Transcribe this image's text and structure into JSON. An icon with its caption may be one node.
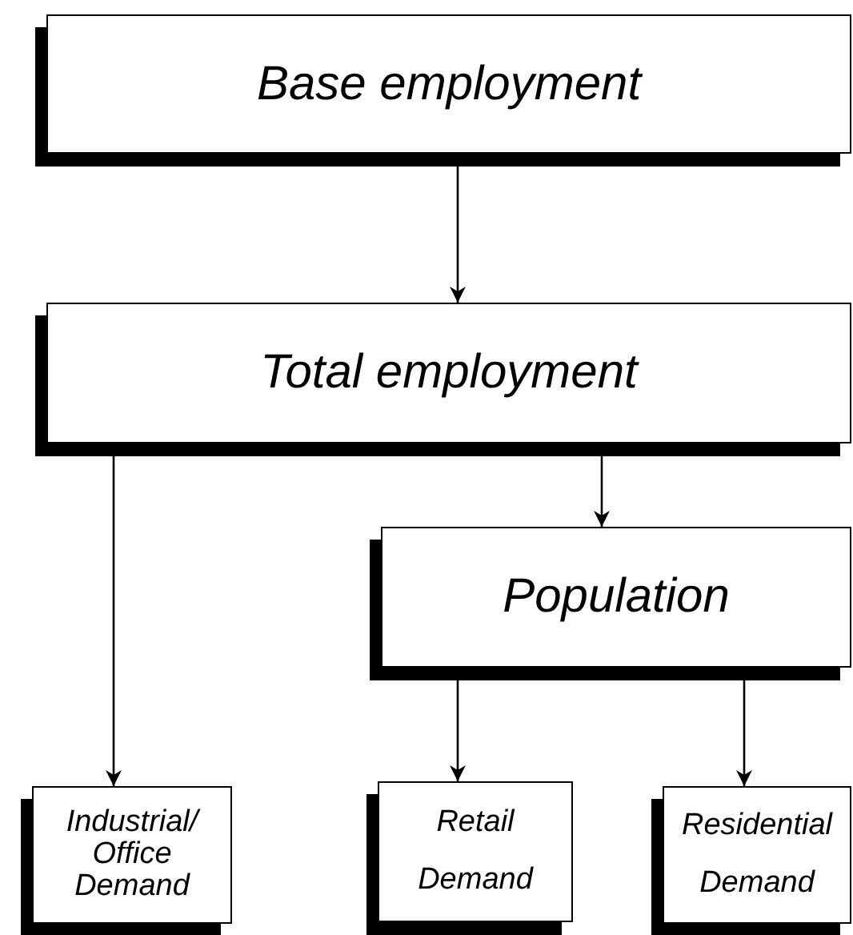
{
  "diagram": {
    "nodes": [
      {
        "text": [
          "Base employment"
        ]
      },
      {
        "text": [
          "Total employment"
        ]
      },
      {
        "text": [
          "Population"
        ]
      },
      {
        "text": [
          "Industrial/ Office Demand"
        ]
      },
      {
        "text": [
          "Retail Demand"
        ]
      },
      {
        "text": [
          "Residential Demand"
        ]
      }
    ],
    "edges": [
      {
        "from": 0,
        "to": 1,
        "arrow": "to"
      },
      {
        "from": 1,
        "to": 3,
        "arrow": "to"
      },
      {
        "from": 1,
        "to": 2,
        "arrow": "to"
      },
      {
        "from": 2,
        "to": 4,
        "arrow": "to"
      },
      {
        "from": 2,
        "to": 5,
        "arrow": "to"
      }
    ]
  }
}
